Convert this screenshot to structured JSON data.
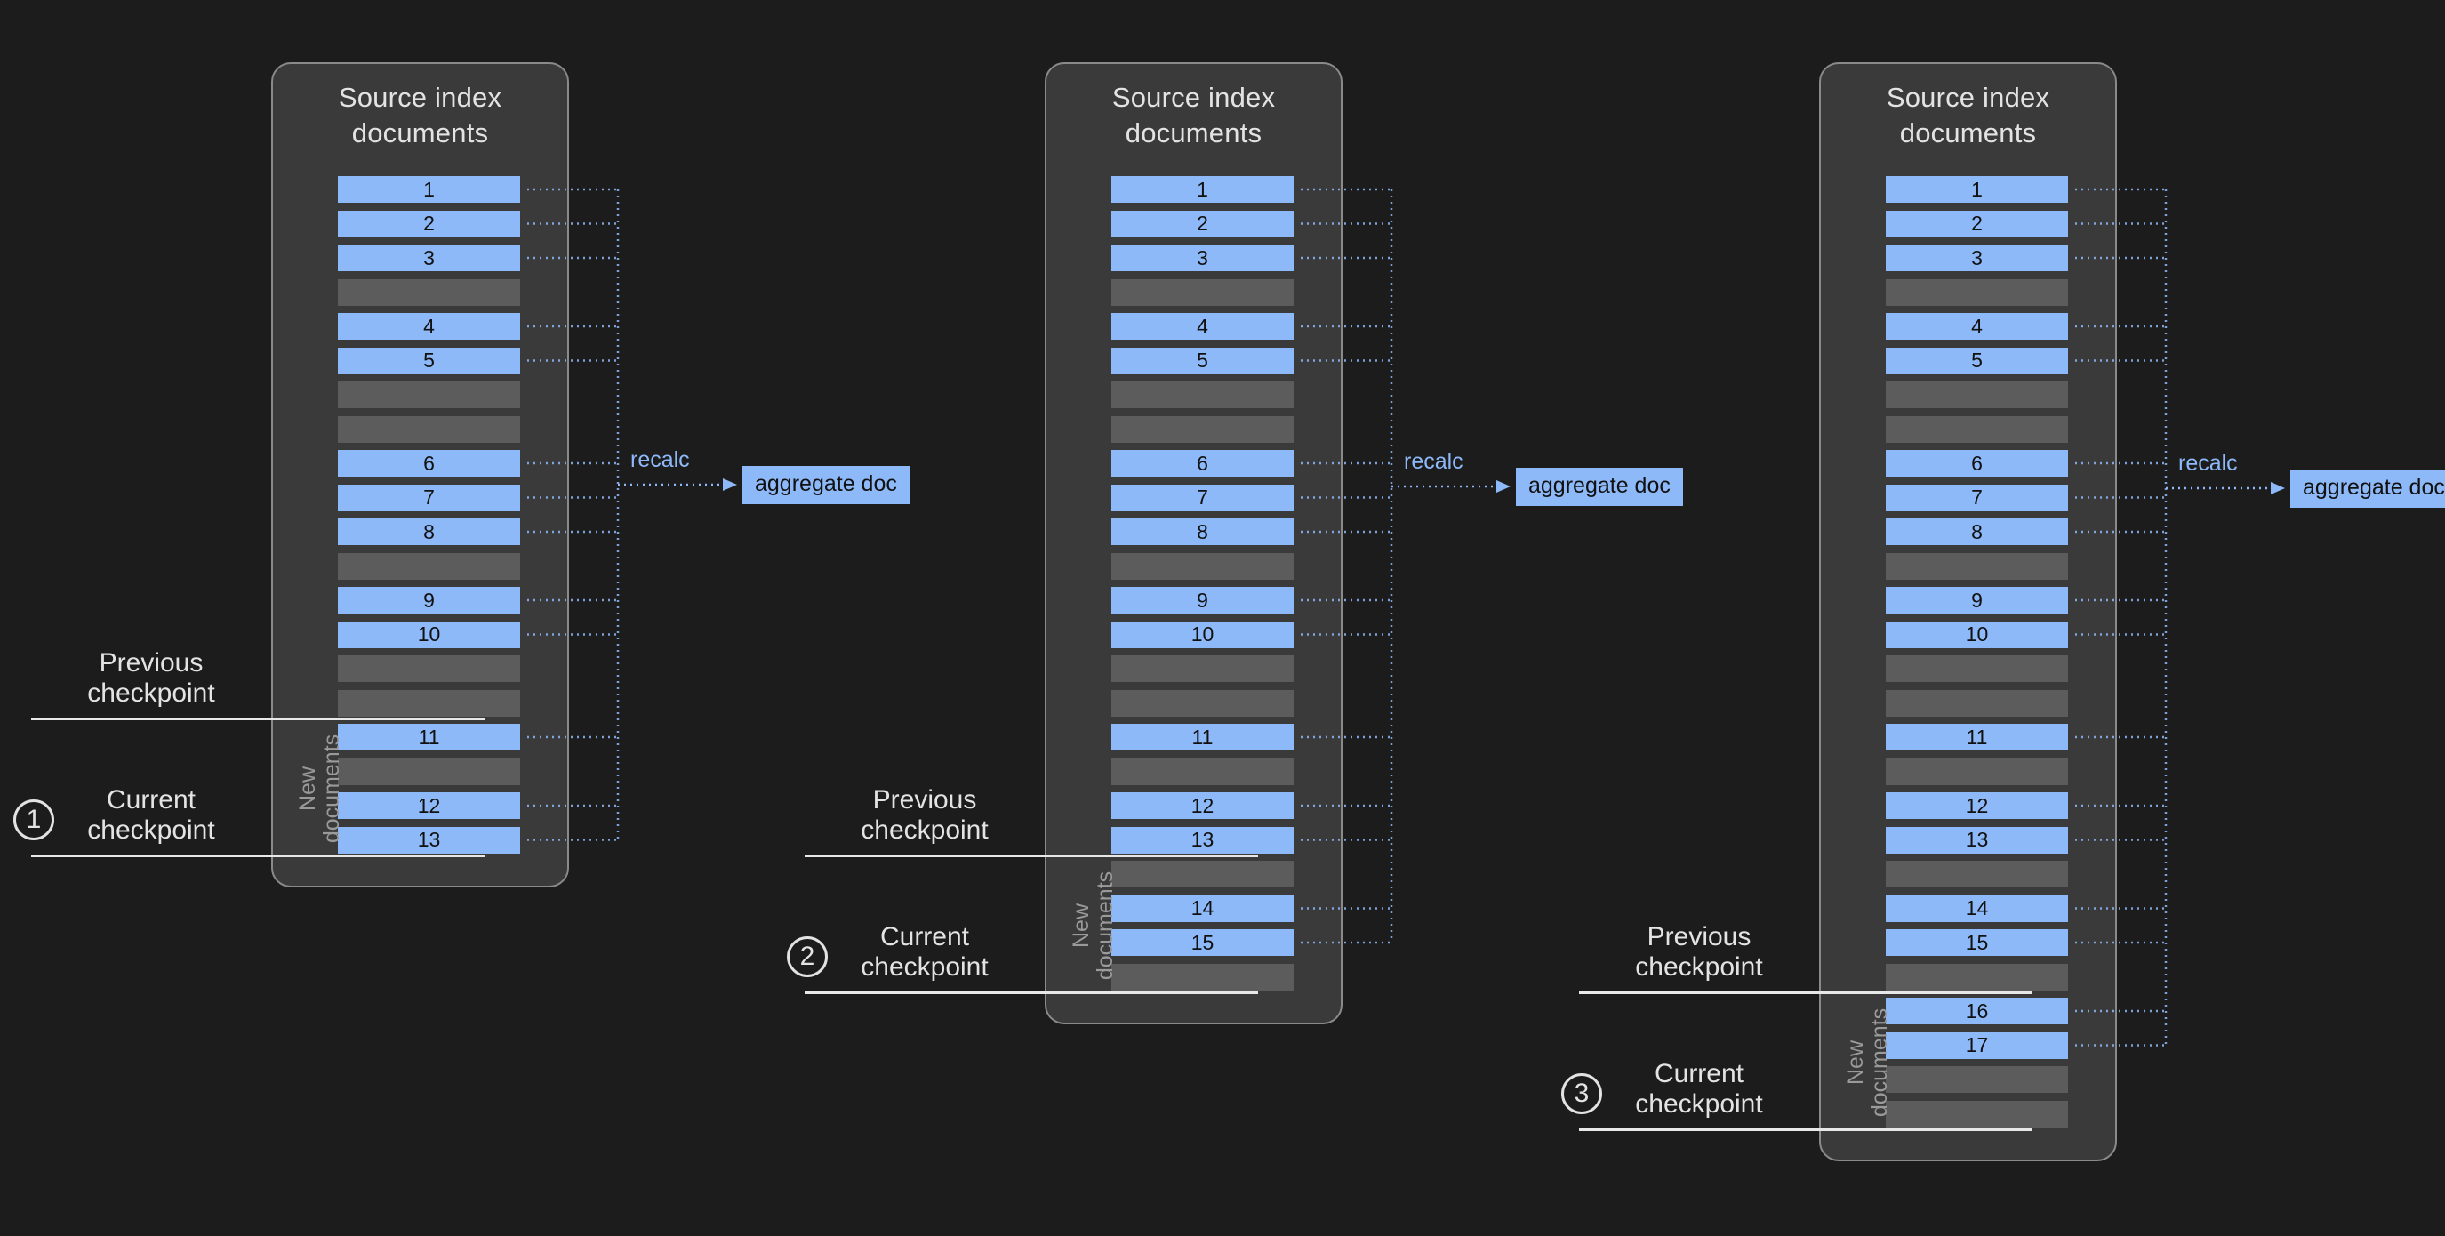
{
  "page": {
    "background": "#1c1c1c",
    "doc_fill_color": "#8eb9f9",
    "doc_gap_color": "#5c5c5c",
    "panel_color": "#3a3a3a",
    "accent_color": "#8eb9f9",
    "line_color": "#e8e8e8"
  },
  "labels": {
    "panel_title": "Source index\ndocuments",
    "new_documents": "New\ndocuments",
    "recalc": "recalc",
    "aggregate_doc": "aggregate doc",
    "previous_checkpoint": "Previous\ncheckpoint",
    "current_checkpoint": "Current\ncheckpoint"
  },
  "panels": [
    {
      "id": "panel-1",
      "step": "1",
      "title": "Source index\ndocuments",
      "rows": [
        {
          "label": "1",
          "type": "filled"
        },
        {
          "label": "2",
          "type": "filled"
        },
        {
          "label": "3",
          "type": "filled"
        },
        {
          "label": "",
          "type": "gap"
        },
        {
          "label": "4",
          "type": "filled"
        },
        {
          "label": "5",
          "type": "filled"
        },
        {
          "label": "",
          "type": "gap"
        },
        {
          "label": "",
          "type": "gap"
        },
        {
          "label": "6",
          "type": "filled"
        },
        {
          "label": "7",
          "type": "filled"
        },
        {
          "label": "8",
          "type": "filled"
        },
        {
          "label": "",
          "type": "gap"
        },
        {
          "label": "9",
          "type": "filled"
        },
        {
          "label": "10",
          "type": "filled"
        },
        {
          "label": "",
          "type": "gap"
        },
        {
          "label": "",
          "type": "gap"
        },
        {
          "label": "11",
          "type": "filled"
        },
        {
          "label": "",
          "type": "gap"
        },
        {
          "label": "12",
          "type": "filled"
        },
        {
          "label": "13",
          "type": "filled"
        }
      ],
      "new_documents_start_row": 16,
      "previous_checkpoint_row": 16,
      "current_checkpoint_row": 20,
      "recalc": "recalc",
      "aggregate_doc": "aggregate doc"
    },
    {
      "id": "panel-2",
      "step": "2",
      "title": "Source index\ndocuments",
      "rows": [
        {
          "label": "1",
          "type": "filled"
        },
        {
          "label": "2",
          "type": "filled"
        },
        {
          "label": "3",
          "type": "filled"
        },
        {
          "label": "",
          "type": "gap"
        },
        {
          "label": "4",
          "type": "filled"
        },
        {
          "label": "5",
          "type": "filled"
        },
        {
          "label": "",
          "type": "gap"
        },
        {
          "label": "",
          "type": "gap"
        },
        {
          "label": "6",
          "type": "filled"
        },
        {
          "label": "7",
          "type": "filled"
        },
        {
          "label": "8",
          "type": "filled"
        },
        {
          "label": "",
          "type": "gap"
        },
        {
          "label": "9",
          "type": "filled"
        },
        {
          "label": "10",
          "type": "filled"
        },
        {
          "label": "",
          "type": "gap"
        },
        {
          "label": "",
          "type": "gap"
        },
        {
          "label": "11",
          "type": "filled"
        },
        {
          "label": "",
          "type": "gap"
        },
        {
          "label": "12",
          "type": "filled"
        },
        {
          "label": "13",
          "type": "filled"
        },
        {
          "label": "",
          "type": "gap"
        },
        {
          "label": "14",
          "type": "filled"
        },
        {
          "label": "15",
          "type": "filled"
        },
        {
          "label": "",
          "type": "gap"
        }
      ],
      "new_documents_start_row": 20,
      "previous_checkpoint_row": 20,
      "current_checkpoint_row": 24,
      "recalc": "recalc",
      "aggregate_doc": "aggregate doc"
    },
    {
      "id": "panel-3",
      "step": "3",
      "title": "Source index\ndocuments",
      "rows": [
        {
          "label": "1",
          "type": "filled"
        },
        {
          "label": "2",
          "type": "filled"
        },
        {
          "label": "3",
          "type": "filled"
        },
        {
          "label": "",
          "type": "gap"
        },
        {
          "label": "4",
          "type": "filled"
        },
        {
          "label": "5",
          "type": "filled"
        },
        {
          "label": "",
          "type": "gap"
        },
        {
          "label": "",
          "type": "gap"
        },
        {
          "label": "6",
          "type": "filled"
        },
        {
          "label": "7",
          "type": "filled"
        },
        {
          "label": "8",
          "type": "filled"
        },
        {
          "label": "",
          "type": "gap"
        },
        {
          "label": "9",
          "type": "filled"
        },
        {
          "label": "10",
          "type": "filled"
        },
        {
          "label": "",
          "type": "gap"
        },
        {
          "label": "",
          "type": "gap"
        },
        {
          "label": "11",
          "type": "filled"
        },
        {
          "label": "",
          "type": "gap"
        },
        {
          "label": "12",
          "type": "filled"
        },
        {
          "label": "13",
          "type": "filled"
        },
        {
          "label": "",
          "type": "gap"
        },
        {
          "label": "14",
          "type": "filled"
        },
        {
          "label": "15",
          "type": "filled"
        },
        {
          "label": "",
          "type": "gap"
        },
        {
          "label": "16",
          "type": "filled"
        },
        {
          "label": "17",
          "type": "filled"
        },
        {
          "label": "",
          "type": "gap"
        },
        {
          "label": "",
          "type": "gap"
        }
      ],
      "new_documents_start_row": 24,
      "previous_checkpoint_row": 24,
      "current_checkpoint_row": 28,
      "recalc": "recalc",
      "aggregate_doc": "aggregate doc"
    }
  ]
}
